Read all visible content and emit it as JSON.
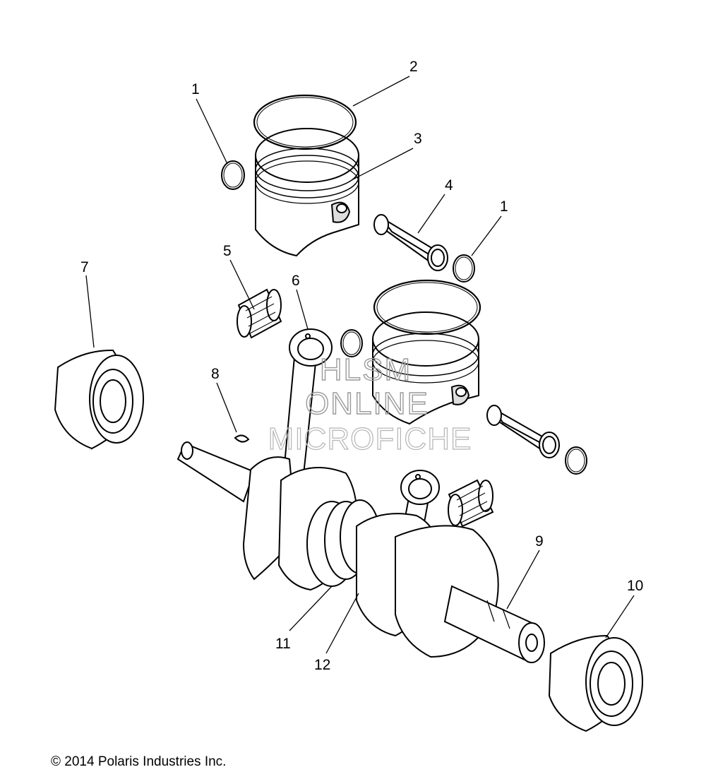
{
  "diagram": {
    "callouts": [
      {
        "id": "c1a",
        "label": "1"
      },
      {
        "id": "c2",
        "label": "2"
      },
      {
        "id": "c3",
        "label": "3"
      },
      {
        "id": "c4",
        "label": "4"
      },
      {
        "id": "c1b",
        "label": "1"
      },
      {
        "id": "c5",
        "label": "5"
      },
      {
        "id": "c6",
        "label": "6"
      },
      {
        "id": "c7",
        "label": "7"
      },
      {
        "id": "c8",
        "label": "8"
      },
      {
        "id": "c9",
        "label": "9"
      },
      {
        "id": "c10",
        "label": "10"
      },
      {
        "id": "c11",
        "label": "11"
      },
      {
        "id": "c12",
        "label": "12"
      }
    ]
  },
  "watermark": {
    "line1": "HLSM",
    "line2": "ONLINE",
    "line3": "MICROFICHE"
  },
  "copyright": "© 2014 Polaris Industries Inc."
}
